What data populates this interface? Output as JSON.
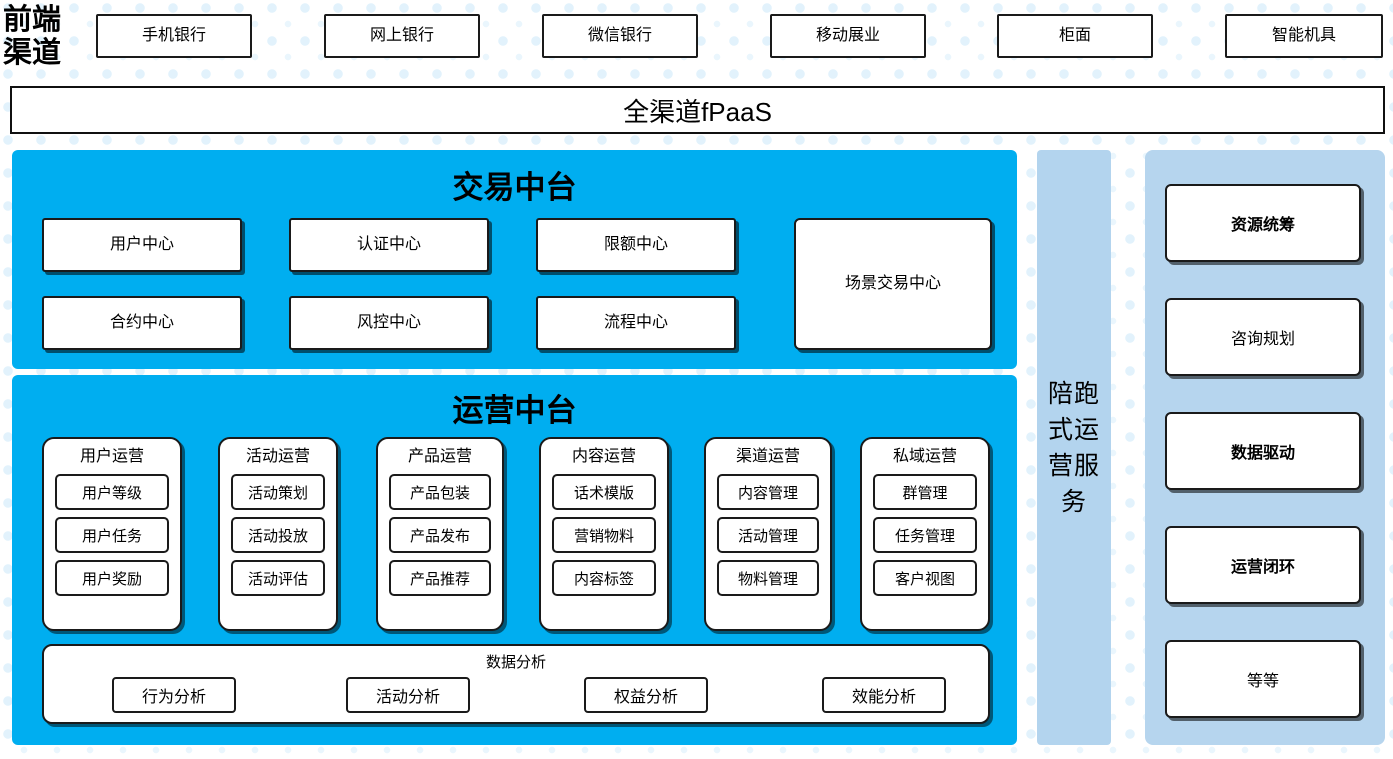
{
  "theme": {
    "cyan": "#00AEF0",
    "sidebar_blue": "#b3d4ee",
    "panel_blue": "#b6d5ee",
    "dot_blue": "#e2f2fc",
    "box_border": "#1a1a1a",
    "box_fill": "#ffffff"
  },
  "front_channel": {
    "label": "前端\n渠道",
    "channels": [
      {
        "label": "手机银行"
      },
      {
        "label": "网上银行"
      },
      {
        "label": "微信银行"
      },
      {
        "label": "移动展业"
      },
      {
        "label": "柜面"
      },
      {
        "label": "智能机具"
      }
    ]
  },
  "fpaas": {
    "label": "全渠道fPaaS"
  },
  "trade_center": {
    "title": "交易中台",
    "boxes": [
      {
        "label": "用户中心"
      },
      {
        "label": "认证中心"
      },
      {
        "label": "限额中心"
      },
      {
        "label": "合约中心"
      },
      {
        "label": "风控中心"
      },
      {
        "label": "流程中心"
      }
    ],
    "wide_box": {
      "label": "场景交易中心"
    }
  },
  "operation_center": {
    "title": "运营中台",
    "columns": [
      {
        "title": "用户运营",
        "items": [
          "用户等级",
          "用户任务",
          "用户奖励"
        ]
      },
      {
        "title": "活动运营",
        "items": [
          "活动策划",
          "活动投放",
          "活动评估"
        ]
      },
      {
        "title": "产品运营",
        "items": [
          "产品包装",
          "产品发布",
          "产品推荐"
        ]
      },
      {
        "title": "内容运营",
        "items": [
          "话术模版",
          "营销物料",
          "内容标签"
        ]
      },
      {
        "title": "渠道运营",
        "items": [
          "内容管理",
          "活动管理",
          "物料管理"
        ]
      },
      {
        "title": "私域运营",
        "items": [
          "群管理",
          "任务管理",
          "客户视图"
        ]
      }
    ],
    "data_analysis": {
      "title": "数据分析",
      "items": [
        "行为分析",
        "活动分析",
        "权益分析",
        "效能分析"
      ]
    }
  },
  "service_sidebar": {
    "label": "陪跑式运营服务"
  },
  "capability_panel": {
    "boxes": [
      {
        "label": "资源统筹",
        "bold": true
      },
      {
        "label": "咨询规划",
        "bold": false
      },
      {
        "label": "数据驱动",
        "bold": true
      },
      {
        "label": "运营闭环",
        "bold": true
      },
      {
        "label": "等等",
        "bold": false
      }
    ]
  }
}
